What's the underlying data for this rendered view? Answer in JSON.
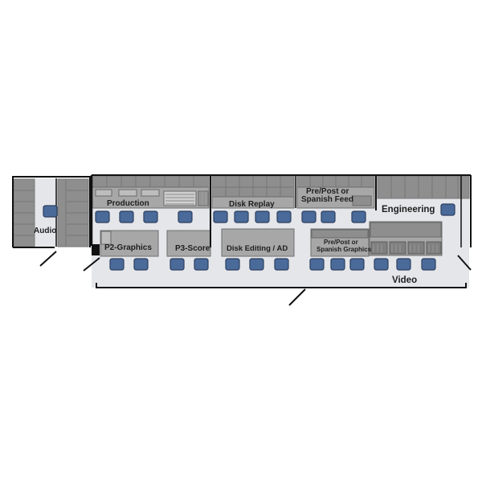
{
  "rooms": {
    "audio": "Audio",
    "production": "Production",
    "disk_replay": "Disk Replay",
    "pre_post_feed_line1": "Pre/Post or",
    "pre_post_feed_line2": "Spanish Feed",
    "engineering": "Engineering",
    "p2_graphics": "P2-Graphics",
    "p3_score": "P3-Score",
    "disk_editing": "Disk Editing / AD",
    "pre_post_graphics_line1": "Pre/Post or",
    "pre_post_graphics_line2": "Spanish Graphics",
    "video": "Video"
  },
  "colors": {
    "floor": "#e4e6ea",
    "monitor_wall": "#8e8e8e",
    "monitor_cell": "#9b9b9b",
    "desk": "#a7a7a7",
    "wall": "#111111",
    "chair_fill": "#4a6a9a",
    "chair_edge": "#2d3f5e"
  }
}
